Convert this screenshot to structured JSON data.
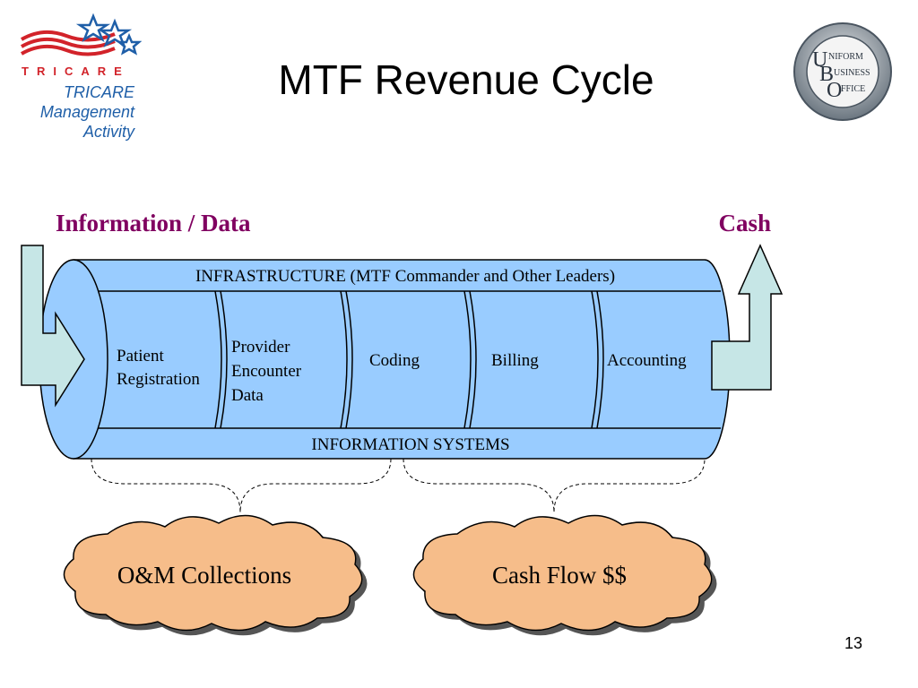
{
  "slide": {
    "title": "MTF Revenue Cycle",
    "page_number": "13"
  },
  "logos": {
    "left": {
      "brand_text": "TRICARE",
      "org_lines": [
        "TRICARE",
        "Management",
        "Activity"
      ],
      "icon": "tricare-flag-stars-icon"
    },
    "right": {
      "lines": [
        "U",
        "NIFORM",
        "B",
        "USINESS",
        "O",
        "FFICE"
      ],
      "icon": "ubo-seal-icon"
    }
  },
  "diagram": {
    "input_label": "Information / Data",
    "output_label": "Cash",
    "top_band": "INFRASTRUCTURE (MTF Commander and Other Leaders)",
    "bottom_band": "INFORMATION SYSTEMS",
    "stages": [
      {
        "lines": [
          "Patient",
          "Registration"
        ]
      },
      {
        "lines": [
          "Provider",
          "Encounter",
          "Data"
        ]
      },
      {
        "lines": [
          "Coding"
        ]
      },
      {
        "lines": [
          "Billing"
        ]
      },
      {
        "lines": [
          "Accounting"
        ]
      }
    ],
    "outcomes": [
      {
        "label": "O&M Collections"
      },
      {
        "label": "Cash Flow $$"
      }
    ],
    "colors": {
      "title_purple": "#800060",
      "cylinder_fill": "#99ccff",
      "arrow_fill": "#c6e6e6",
      "cloud_fill": "#f6bd8a"
    }
  }
}
